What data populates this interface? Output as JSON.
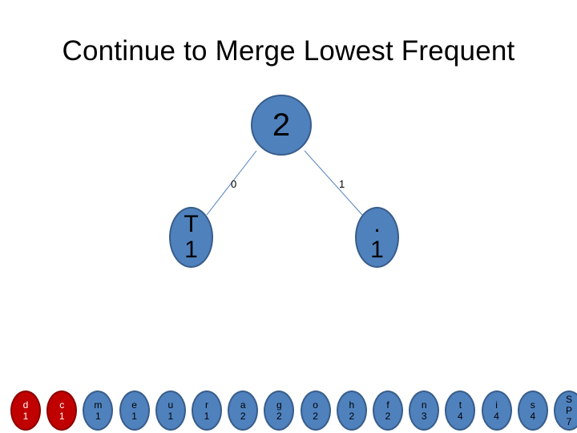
{
  "title": "Continue to Merge Lowest Frequent",
  "tree": {
    "root": {
      "label": "2"
    },
    "left": {
      "symbol": "T",
      "count": "1"
    },
    "right": {
      "symbol": ".",
      "count": "1"
    },
    "edge_labels": {
      "left": "0",
      "right": "1"
    }
  },
  "leaves": [
    {
      "symbol": "d",
      "count": "1",
      "color": "red"
    },
    {
      "symbol": "c",
      "count": "1",
      "color": "red"
    },
    {
      "symbol": "m",
      "count": "1",
      "color": "blue"
    },
    {
      "symbol": "e",
      "count": "1",
      "color": "blue"
    },
    {
      "symbol": "u",
      "count": "1",
      "color": "blue"
    },
    {
      "symbol": "r",
      "count": "1",
      "color": "blue"
    },
    {
      "symbol": "a",
      "count": "2",
      "color": "blue"
    },
    {
      "symbol": "g",
      "count": "2",
      "color": "blue"
    },
    {
      "symbol": "o",
      "count": "2",
      "color": "blue"
    },
    {
      "symbol": "h",
      "count": "2",
      "color": "blue"
    },
    {
      "symbol": "f",
      "count": "2",
      "color": "blue"
    },
    {
      "symbol": "n",
      "count": "3",
      "color": "blue"
    },
    {
      "symbol": "t",
      "count": "4",
      "color": "blue"
    },
    {
      "symbol": "i",
      "count": "4",
      "color": "blue"
    },
    {
      "symbol": "s",
      "count": "4",
      "color": "blue"
    },
    {
      "symbol": "S\nP",
      "count": "7",
      "color": "blue"
    }
  ],
  "colors": {
    "node_fill": "#4f81bd",
    "node_border": "#385d8a",
    "highlight_fill": "#c00000",
    "edge": "#4f81bd"
  }
}
